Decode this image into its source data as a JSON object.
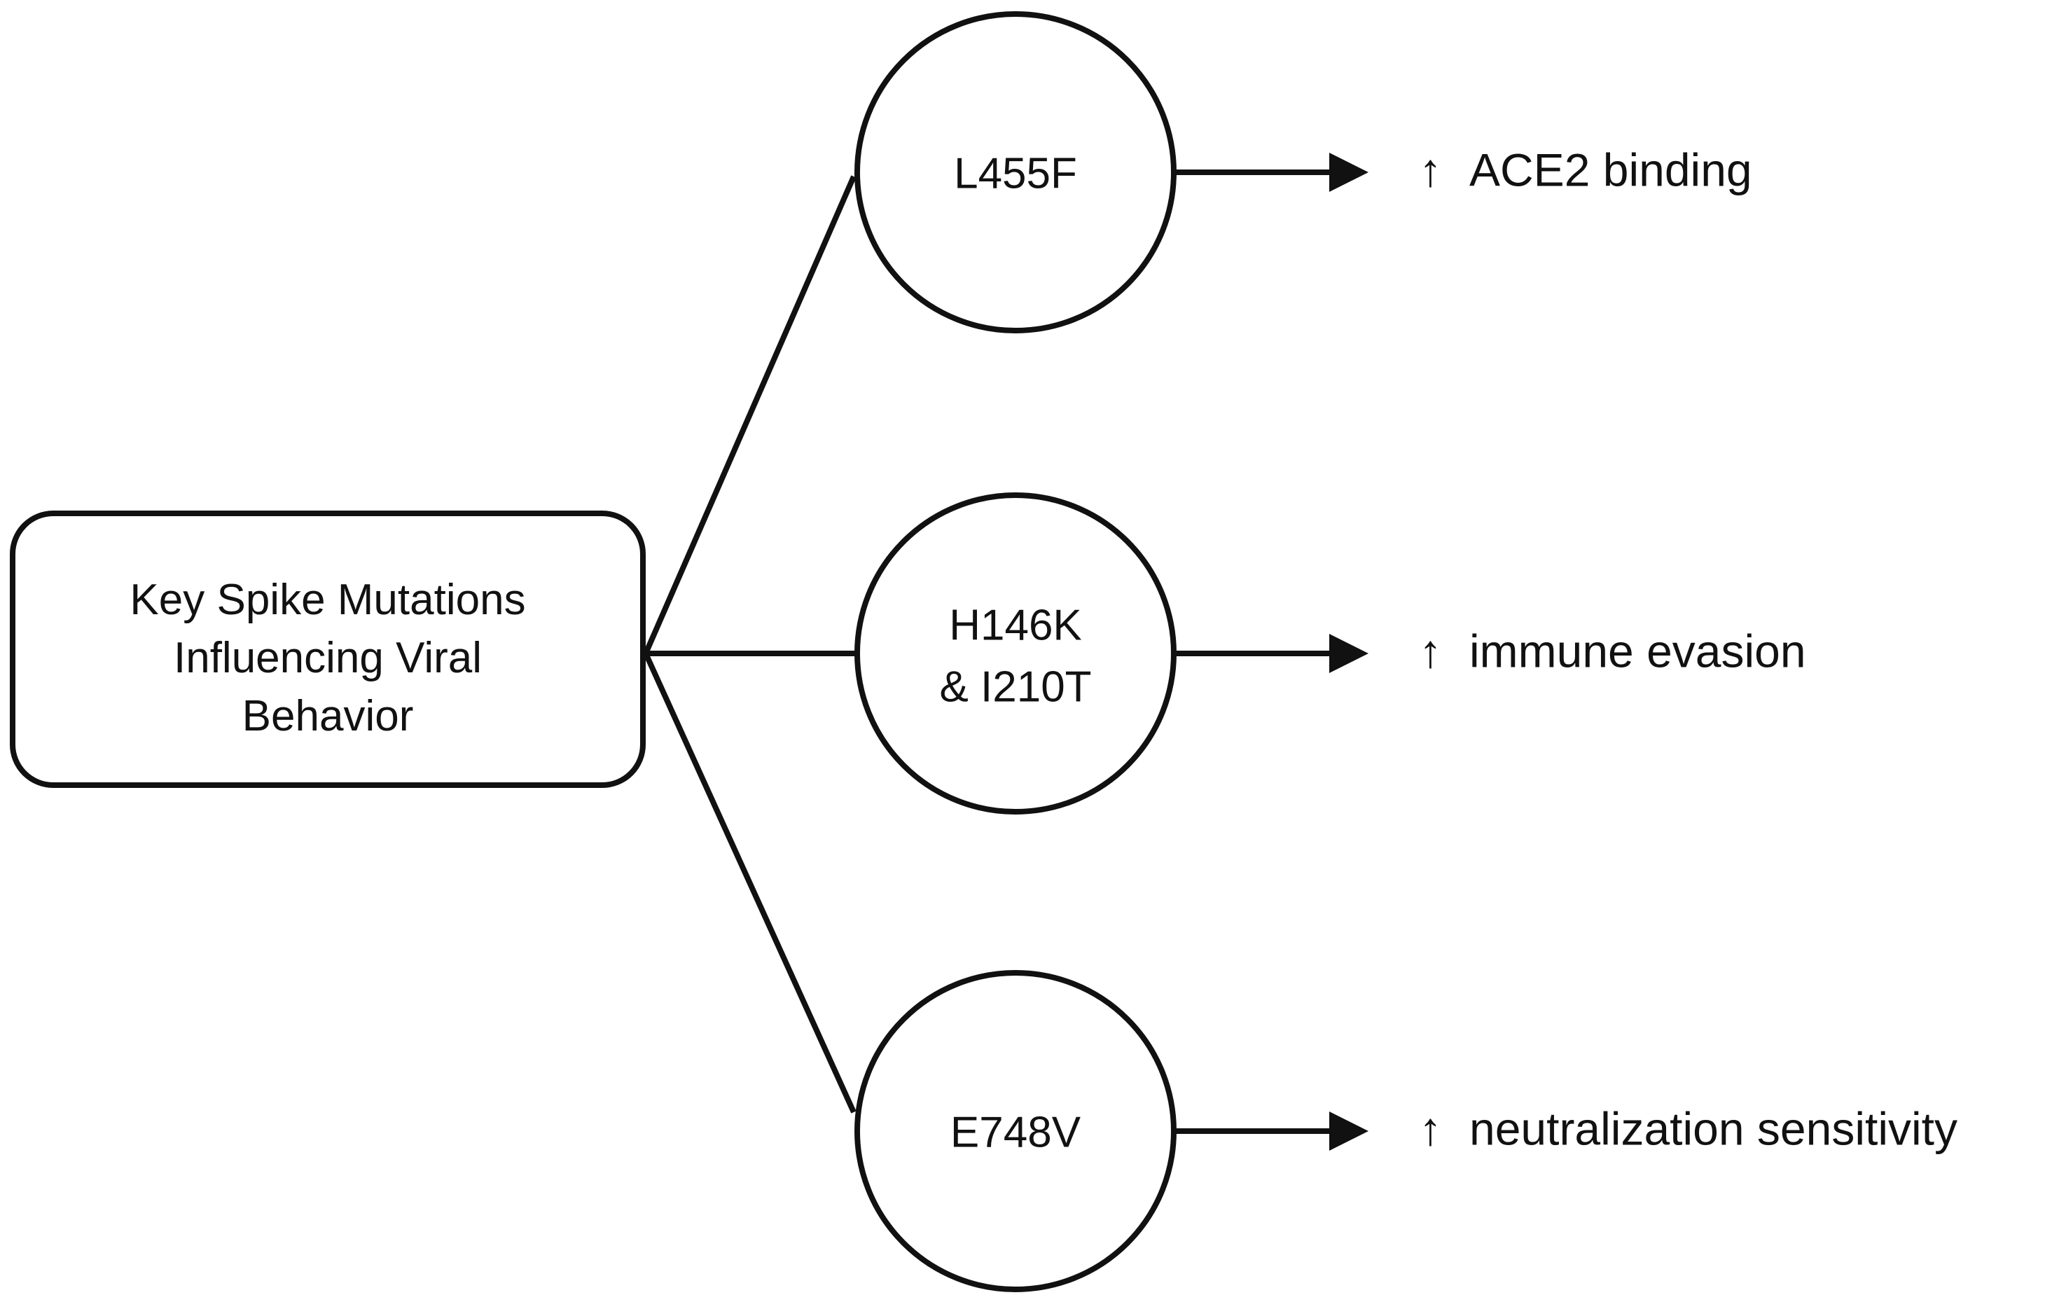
{
  "diagram": {
    "title_node": {
      "id": "key-spike-mutations",
      "lines": [
        "Key Spike Mutations",
        "Influencing Viral",
        "Behavior"
      ],
      "shape": "rounded-rectangle"
    },
    "mutation_nodes": [
      {
        "id": "l455f",
        "shape": "circle",
        "lines": [
          "L455F"
        ]
      },
      {
        "id": "h146k-i210t",
        "shape": "circle",
        "lines": [
          "H146K",
          "& I210T"
        ]
      },
      {
        "id": "e748v",
        "shape": "circle",
        "lines": [
          "E748V"
        ]
      }
    ],
    "outcomes": [
      {
        "id": "ace2-binding",
        "arrow": "↑",
        "label": "ACE2 binding"
      },
      {
        "id": "immune-evasion",
        "arrow": "↑",
        "label": "immune evasion"
      },
      {
        "id": "neutralization-sensitivity",
        "arrow": "↑",
        "label": "neutralization sensitivity"
      }
    ],
    "colors": {
      "stroke": "#111111",
      "background": "#ffffff",
      "text": "#111111"
    }
  },
  "chart_data": {
    "type": "diagram",
    "title": "Key Spike Mutations Influencing Viral Behavior",
    "nodes": [
      {
        "id": "root",
        "label": "Key Spike Mutations Influencing Viral Behavior",
        "shape": "rounded-rectangle"
      },
      {
        "id": "l455f",
        "label": "L455F",
        "shape": "circle"
      },
      {
        "id": "h146k-i210t",
        "label": "H146K & I210T",
        "shape": "circle"
      },
      {
        "id": "e748v",
        "label": "E748V",
        "shape": "circle"
      },
      {
        "id": "ace2",
        "label": "↑ ACE2 binding",
        "shape": "text"
      },
      {
        "id": "evasion",
        "label": "↑ immune evasion",
        "shape": "text"
      },
      {
        "id": "neutral",
        "label": "↑ neutralization sensitivity",
        "shape": "text"
      }
    ],
    "edges": [
      {
        "from": "root",
        "to": "l455f",
        "style": "line"
      },
      {
        "from": "root",
        "to": "h146k-i210t",
        "style": "line"
      },
      {
        "from": "root",
        "to": "e748v",
        "style": "line"
      },
      {
        "from": "l455f",
        "to": "ace2",
        "style": "arrow"
      },
      {
        "from": "h146k-i210t",
        "to": "evasion",
        "style": "arrow"
      },
      {
        "from": "e748v",
        "to": "neutral",
        "style": "arrow"
      }
    ]
  }
}
